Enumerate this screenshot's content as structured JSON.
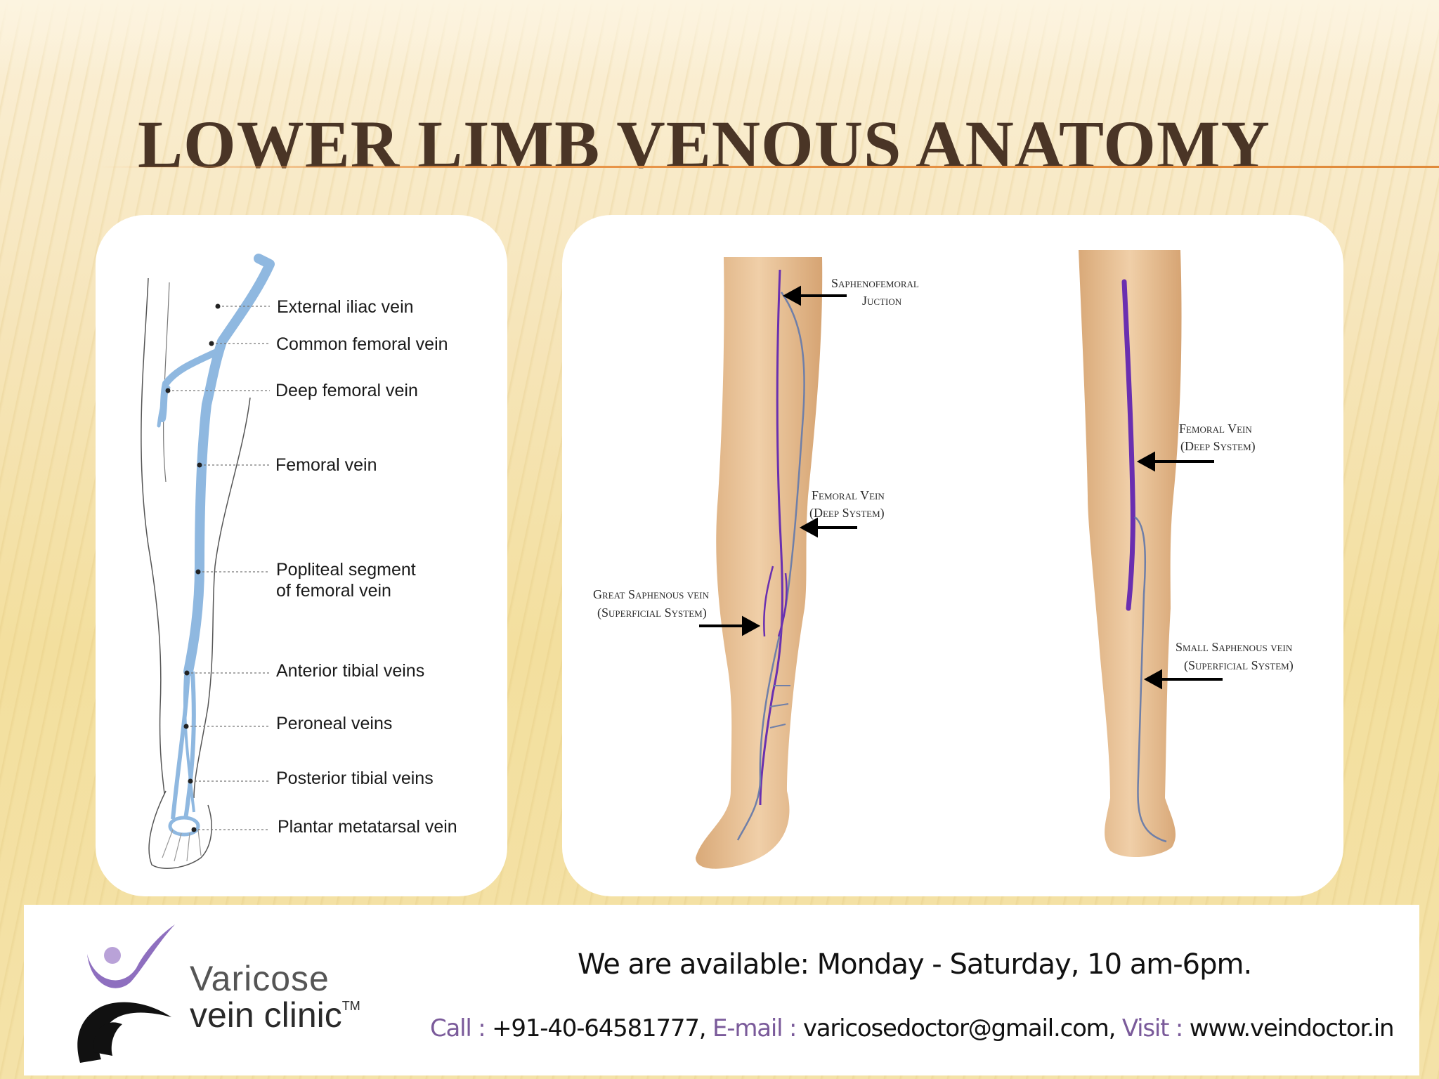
{
  "title": "LOWER LIMB VENOUS ANATOMY",
  "diagram_left": {
    "labels": [
      "External iliac vein",
      "Common femoral vein",
      "Deep femoral vein",
      "Femoral vein",
      "Popliteal segment",
      "of femoral vein",
      "Anterior tibial veins",
      "Peroneal veins",
      "Posterior tibial veins",
      "Plantar metatarsal vein"
    ]
  },
  "diagram_right": {
    "front_leg": {
      "saphenofemoral": [
        "Saphenofemoral",
        "Juction"
      ],
      "femoral_vein": [
        "Femoral Vein",
        "(Deep System)"
      ],
      "great_saphenous": [
        "Great Saphenous vein",
        "(Superficial System)"
      ]
    },
    "back_leg": {
      "femoral_vein": [
        "Femoral Vein",
        "(Deep System)"
      ],
      "small_saphenous": [
        "Small Saphenous vein",
        "(Superficial System)"
      ]
    }
  },
  "footer": {
    "clinic_name_line1": "Varicose",
    "clinic_name_line2": "vein clinic",
    "trademark": "TM",
    "availability": "We are available: Monday  -  Saturday, 10 am-6pm.",
    "call_label": "Call :",
    "call_value": " +91-40-64581777, ",
    "email_label": "E-mail :",
    "email_value": " varicosedoctor@gmail.com, ",
    "visit_label": "Visit :",
    "visit_value": " www.veindoctor.in"
  },
  "colors": {
    "title": "#4a3526",
    "vein_blue": "#8fb8e0",
    "vein_purple": "#6a2fb0",
    "skin": "#e9c49b",
    "accent_line": "#e9964a",
    "footer_key": "#7a5a9a"
  }
}
